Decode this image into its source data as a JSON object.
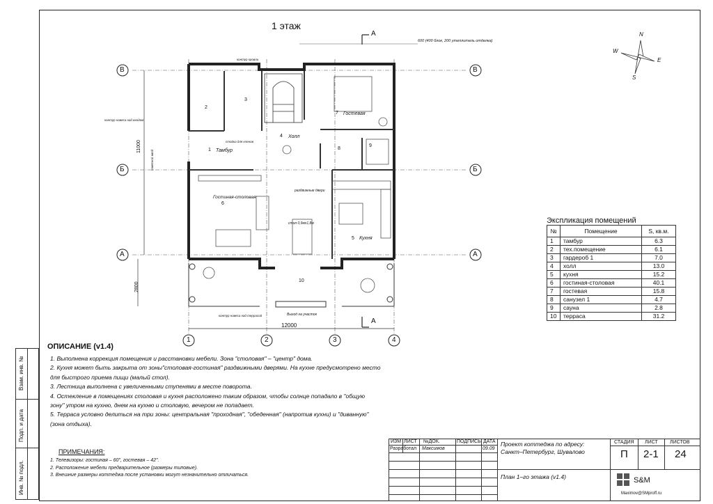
{
  "sheet_title": "1 этаж",
  "section_marks": [
    "А",
    "А"
  ],
  "axes": {
    "rows": [
      "В",
      "Б",
      "А"
    ],
    "cols": [
      "1",
      "2",
      "3",
      "4"
    ]
  },
  "dimensions": {
    "width": "12000",
    "depth": "11000",
    "terrace_depth": "2800",
    "wall": "600 (400 блок, 200 утеплитель отделка)"
  },
  "compass": {
    "n": "N",
    "s": "S",
    "e": "E",
    "w": "W"
  },
  "plan_labels": {
    "room1": "1",
    "room1_name": "Тамбур",
    "room2": "2",
    "room3": "3",
    "room4": "4",
    "room4_name": "Холл",
    "room5": "5",
    "room5_name": "Кухня",
    "room6": "6",
    "room6_name": "Гостиная-столовая",
    "room7": "7",
    "room7_name": "Гостевая",
    "room8": "8",
    "room9": "9",
    "room10": "10",
    "table": "стол 0,9мх1,8м",
    "sliding_doors": "раздвижные двери",
    "coats": "стойка для кленов",
    "exit": "Выход на участок",
    "contour_roof_top": "контур кровли",
    "contour_canopy": "контур навеса над входом",
    "contour_terrace": "контур навеса над террасой",
    "canopy_left": "навесной ввод"
  },
  "explication": {
    "title": "Экспликация помещений",
    "headers": [
      "№",
      "Помещение",
      "S, кв.м."
    ],
    "rows": [
      [
        "1",
        "тамбур",
        "6.3"
      ],
      [
        "2",
        "тех.помещение",
        "6.1"
      ],
      [
        "3",
        "гардероб 1",
        "7.0"
      ],
      [
        "4",
        "холл",
        "13.0"
      ],
      [
        "5",
        "кухня",
        "15.2"
      ],
      [
        "6",
        "гостиная-столовая",
        "40.1"
      ],
      [
        "7",
        "гостевая",
        "15.8"
      ],
      [
        "8",
        "санузел 1",
        "4.7"
      ],
      [
        "9",
        "сауна",
        "2.8"
      ],
      [
        "10",
        "терраса",
        "31.2"
      ]
    ]
  },
  "description": {
    "heading": "ОПИСАНИЕ (v1.4)",
    "items": [
      "1. Выполнена коррекция помещения и расстановки мебели. Зона \"столовая\" – \"центр\" дома.",
      "2. Кухня может быть закрыта от зоны\"столовая-гостиная\" раздвижными дверями. На кухне предусмотрено место",
      "для быстрого приема пищи (малый стол).",
      "3. Лестница выполнена с увеличенными ступенями в месте поворота.",
      "4. Остекление в помещениях столовая и кухня расположено таким образом, чтобы солнце попадало в \"общую",
      "зону\" утром на кухню, днем на кухню и столовую, вечером не попадает.",
      "5. Терраса условно делиться на три зоны: центральная \"проходная\", \"обеденная\" (напротив кухни) и \"диванную\"",
      "(зона отдыха)."
    ]
  },
  "notes": {
    "heading": "ПРИМЕЧАНИЯ:",
    "items": [
      "1. Телевизоры: гостиная – 60\", гостевая – 42\".",
      "2. Расположение мебели предварительное (размеры типовые).",
      "3. Внешние размеры коттеджа после установки могут незначительно отличаться."
    ]
  },
  "side_stamp": [
    "Инв. № подл.",
    "Подп. и дата",
    "Взам. инв. №"
  ],
  "title_block": {
    "h_izm": "ИЗМ",
    "h_list": "ЛИСТ",
    "h_doc": "№ДОК.",
    "h_sign": "ПОДПИСЬ",
    "h_date": "ДАТА",
    "role": "Разработал",
    "author": "Максимов",
    "date": "09.09",
    "project": "Проект коттеджа по адресу: Санкт–Петербург, Шувалово",
    "sheet_name": "План 1–го этажа (v1.4)",
    "h_stage": "СТАДИЯ",
    "h_sheet": "ЛИСТ",
    "h_sheets": "ЛИСТОВ",
    "stage": "П",
    "sheet": "2-1",
    "sheets": "24",
    "brand": "S&M",
    "email": "Maximov@SMproff.ru"
  }
}
